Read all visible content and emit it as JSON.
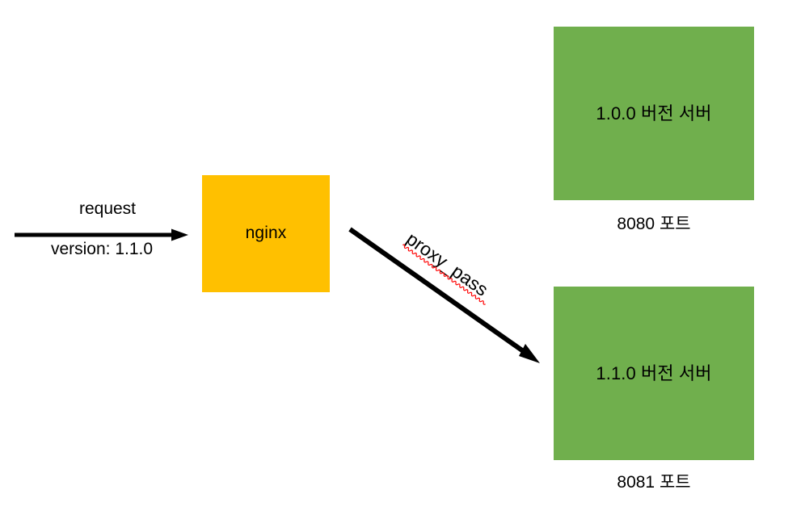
{
  "diagram": {
    "title": "nginx proxy_pass version routing diagram",
    "background_color": "#ffffff",
    "nginx_box": {
      "label": "nginx",
      "color": "#ffc000"
    },
    "servers": [
      {
        "label": "1.0.0 버전 서버",
        "port_caption": "8080 포트",
        "color": "#70af4d"
      },
      {
        "label": "1.1.0 버전 서버",
        "port_caption": "8081 포트",
        "color": "#70af4d"
      }
    ],
    "incoming_arrow": {
      "label_above": "request",
      "label_below": "version: 1.1.0",
      "color": "#000000"
    },
    "proxy_arrow": {
      "label": "proxy_pass",
      "color": "#000000",
      "spellcheck_underline_color": "#ff0000"
    }
  }
}
